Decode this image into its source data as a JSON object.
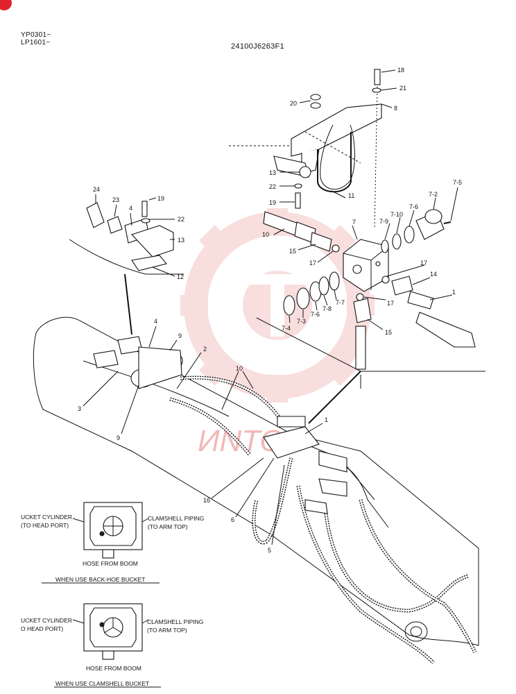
{
  "header": {
    "serial_line1": "YP0301~",
    "serial_line2": "LP1601~",
    "drawing_number": "24100J6263F1"
  },
  "callouts": {
    "c1": "1",
    "c2": "2",
    "c3": "3",
    "c4": "4",
    "c5": "5",
    "c6": "6",
    "c7": "7",
    "c8": "8",
    "c9": "9",
    "c10": "10",
    "c11": "11",
    "c12": "12",
    "c13": "13",
    "c14": "14",
    "c15": "15",
    "c16": "16",
    "c17": "17",
    "c18": "18",
    "c19": "19",
    "c20": "20",
    "c21": "21",
    "c22": "22",
    "c23": "23",
    "c24": "24",
    "c7_2": "7-2",
    "c7_3": "7-3",
    "c7_4": "7-4",
    "c7_5": "7-5",
    "c7_6": "7-6",
    "c7_7": "7-7",
    "c7_8": "7-8",
    "c7_9": "7-9",
    "c7_10": "7-10"
  },
  "detail_backhoe": {
    "left_label_1": "UCKET CYLINDER",
    "left_label_2": "(TO HEAD PORT)",
    "right_label_1": "CLAMSHELL PIPING",
    "right_label_2": "(TO ARM TOP)",
    "bottom_label": "HOSE FROM BOOM",
    "caption": "WHEN USE BACK-HOE BUCKET"
  },
  "detail_clamshell": {
    "left_label_1": "UCKET CYLINDER",
    "left_label_2": "O HEAD PORT)",
    "right_label_1": "CLAMSHELL PIPING",
    "right_label_2": "(TO ARM TOP)",
    "bottom_label": "HOSE FROM BOOM",
    "caption": "WHEN USE CLAMSHELL BUCKET"
  },
  "watermark": {
    "text": "ИNTOX",
    "color": "#f2b8b8"
  },
  "colors": {
    "line": "#111111",
    "watermark": "#f2b8b8",
    "corner_badge": "#e0242c"
  }
}
